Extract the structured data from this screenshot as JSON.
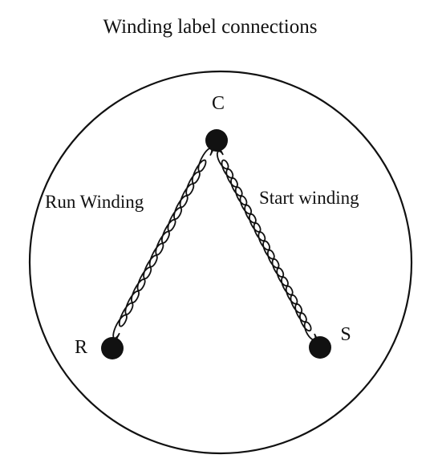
{
  "diagram": {
    "title": "Winding label connections",
    "terminals": {
      "common": "C",
      "run": "R",
      "start": "S"
    },
    "windings": {
      "run": "Run Winding",
      "start": "Start winding"
    },
    "colors": {
      "ink": "#111111",
      "background": "#ffffff"
    }
  }
}
